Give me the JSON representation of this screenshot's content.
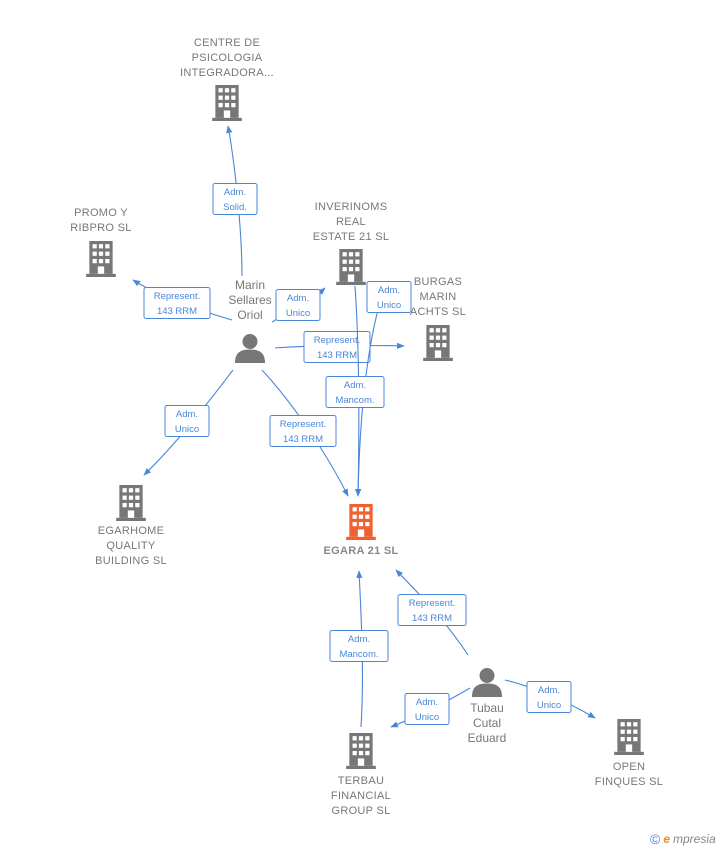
{
  "colors": {
    "company": "#777777",
    "focus": "#f06030",
    "person": "#777777",
    "edge": "#4a86d8"
  },
  "icons": {
    "company": "building-icon",
    "person": "person-icon"
  },
  "nodes": [
    {
      "id": "centre",
      "type": "company",
      "lines": [
        "CENTRE DE",
        "PSICOLOGIA",
        "INTEGRADORA..."
      ]
    },
    {
      "id": "promo",
      "type": "company",
      "lines": [
        "PROMO Y",
        "RIBPRO  SL"
      ]
    },
    {
      "id": "inverinoms",
      "type": "company",
      "lines": [
        "INVERINOMS",
        "REAL",
        "ESTATE 21  SL"
      ]
    },
    {
      "id": "burgas",
      "type": "company",
      "lines": [
        "BURGAS",
        "MARIN",
        "ACHTS  SL"
      ]
    },
    {
      "id": "marin",
      "type": "person",
      "lines": [
        "Marin",
        "Sellares",
        "Oriol"
      ]
    },
    {
      "id": "egarhome",
      "type": "company",
      "lines": [
        "EGARHOME",
        "QUALITY",
        "BUILDING  SL"
      ]
    },
    {
      "id": "egara",
      "type": "focus",
      "lines": [
        "EGARA 21  SL"
      ]
    },
    {
      "id": "tubau",
      "type": "person",
      "lines": [
        "Tubau",
        "Cutal",
        "Eduard"
      ]
    },
    {
      "id": "terbau",
      "type": "company",
      "lines": [
        "TERBAU",
        "FINANCIAL",
        "GROUP  SL"
      ]
    },
    {
      "id": "open",
      "type": "company",
      "lines": [
        "OPEN",
        "FINQUES SL"
      ]
    }
  ],
  "edges": [
    {
      "from": "marin",
      "to": "centre",
      "lines": [
        "Adm.",
        "Solid."
      ]
    },
    {
      "from": "marin",
      "to": "promo",
      "lines": [
        "Represent.",
        "143 RRM"
      ]
    },
    {
      "from": "marin",
      "to": "inverinoms",
      "lines": [
        "Adm.",
        "Unico"
      ]
    },
    {
      "from": "marin",
      "to": "burgas",
      "lines": [
        "Represent.",
        "143 RRM"
      ]
    },
    {
      "from": "marin",
      "to": "egarhome",
      "lines": [
        "Adm.",
        "Unico"
      ]
    },
    {
      "from": "marin",
      "to": "egara",
      "lines": [
        "Represent.",
        "143 RRM"
      ]
    },
    {
      "from": "inverinoms",
      "to": "egara",
      "lines": [
        "Adm.",
        "Unico"
      ]
    },
    {
      "from": "inverinoms",
      "to": "egara",
      "lines": [
        "Adm.",
        "Mancom."
      ]
    },
    {
      "from": "tubau",
      "to": "egara",
      "lines": [
        "Represent.",
        "143 RRM"
      ]
    },
    {
      "from": "terbau",
      "to": "egara",
      "lines": [
        "Adm.",
        "Mancom."
      ]
    },
    {
      "from": "tubau",
      "to": "terbau",
      "lines": [
        "Adm.",
        "Unico"
      ]
    },
    {
      "from": "tubau",
      "to": "open",
      "lines": [
        "Adm.",
        "Unico"
      ]
    }
  ],
  "brand": {
    "copyright": "©",
    "initial": "e",
    "rest": "mpresia"
  }
}
